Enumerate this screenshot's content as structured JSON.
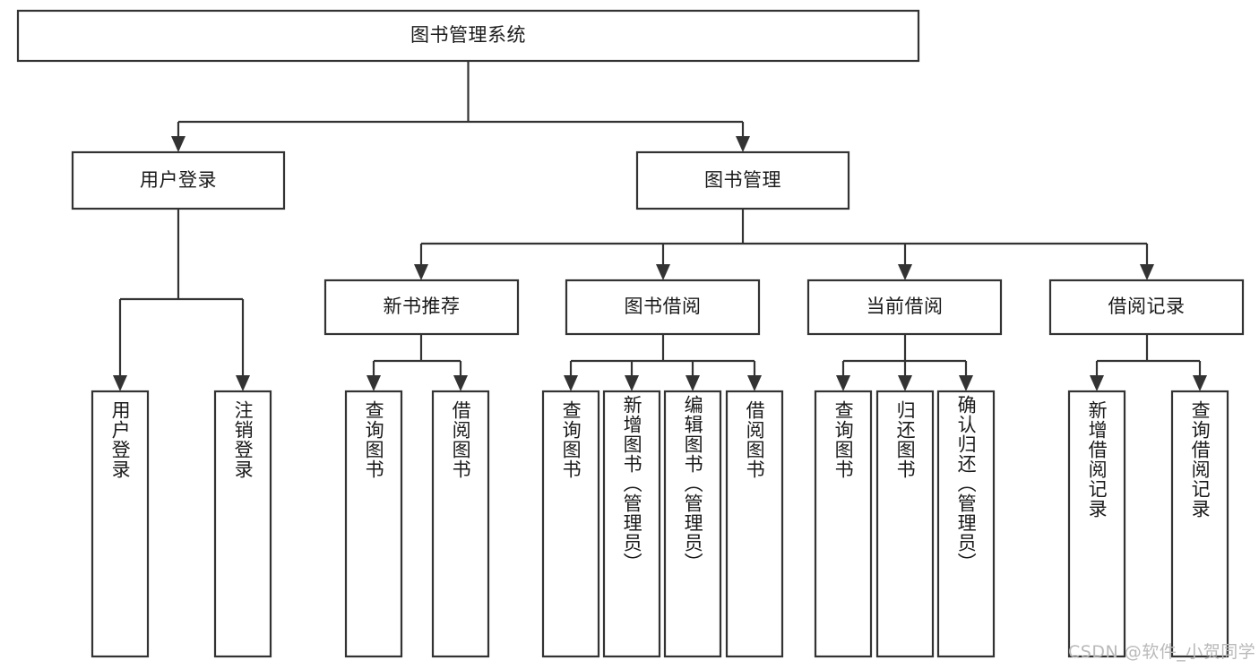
{
  "diagram": {
    "title_node": "图书管理系统",
    "watermark": "CSDN @软件_小贺同学",
    "orientation": "top-down-tree",
    "stroke_color": "#333333",
    "fill_color": "#ffffff",
    "text_color": "#1a1a1a",
    "watermark_color": "#b9b9b9",
    "levels": {
      "level1": [
        {
          "id": "root",
          "label": "图书管理系统"
        }
      ],
      "level2": [
        {
          "id": "user-login",
          "label": "用户登录",
          "parent": "root"
        },
        {
          "id": "book-manage",
          "label": "图书管理",
          "parent": "root"
        }
      ],
      "level3": [
        {
          "id": "new-book-recommend",
          "label": "新书推荐",
          "parent": "book-manage"
        },
        {
          "id": "book-borrow",
          "label": "图书借阅",
          "parent": "book-manage"
        },
        {
          "id": "current-borrow",
          "label": "当前借阅",
          "parent": "book-manage"
        },
        {
          "id": "borrow-record",
          "label": "借阅记录",
          "parent": "book-manage"
        }
      ],
      "leaves": [
        {
          "id": "leaf-user-login",
          "label": "用户登录",
          "parent": "user-login"
        },
        {
          "id": "leaf-logout-login",
          "label": "注销登录",
          "parent": "user-login"
        },
        {
          "id": "leaf-query-book-1",
          "label": "查询图书",
          "parent": "new-book-recommend"
        },
        {
          "id": "leaf-borrow-book-1",
          "label": "借阅图书",
          "parent": "new-book-recommend"
        },
        {
          "id": "leaf-query-book-2",
          "label": "查询图书",
          "parent": "book-borrow"
        },
        {
          "id": "leaf-add-book",
          "label": "新增图书（管理员）",
          "parent": "book-borrow"
        },
        {
          "id": "leaf-edit-book",
          "label": "编辑图书（管理员）",
          "parent": "book-borrow"
        },
        {
          "id": "leaf-borrow-book-2",
          "label": "借阅图书",
          "parent": "book-borrow"
        },
        {
          "id": "leaf-query-book-3",
          "label": "查询图书",
          "parent": "current-borrow"
        },
        {
          "id": "leaf-return-book",
          "label": "归还图书",
          "parent": "current-borrow"
        },
        {
          "id": "leaf-confirm-return",
          "label": "确认归还（管理员）",
          "parent": "current-borrow"
        },
        {
          "id": "leaf-add-record",
          "label": "新增借阅记录",
          "parent": "borrow-record"
        },
        {
          "id": "leaf-query-record",
          "label": "查询借阅记录",
          "parent": "borrow-record"
        }
      ]
    }
  }
}
